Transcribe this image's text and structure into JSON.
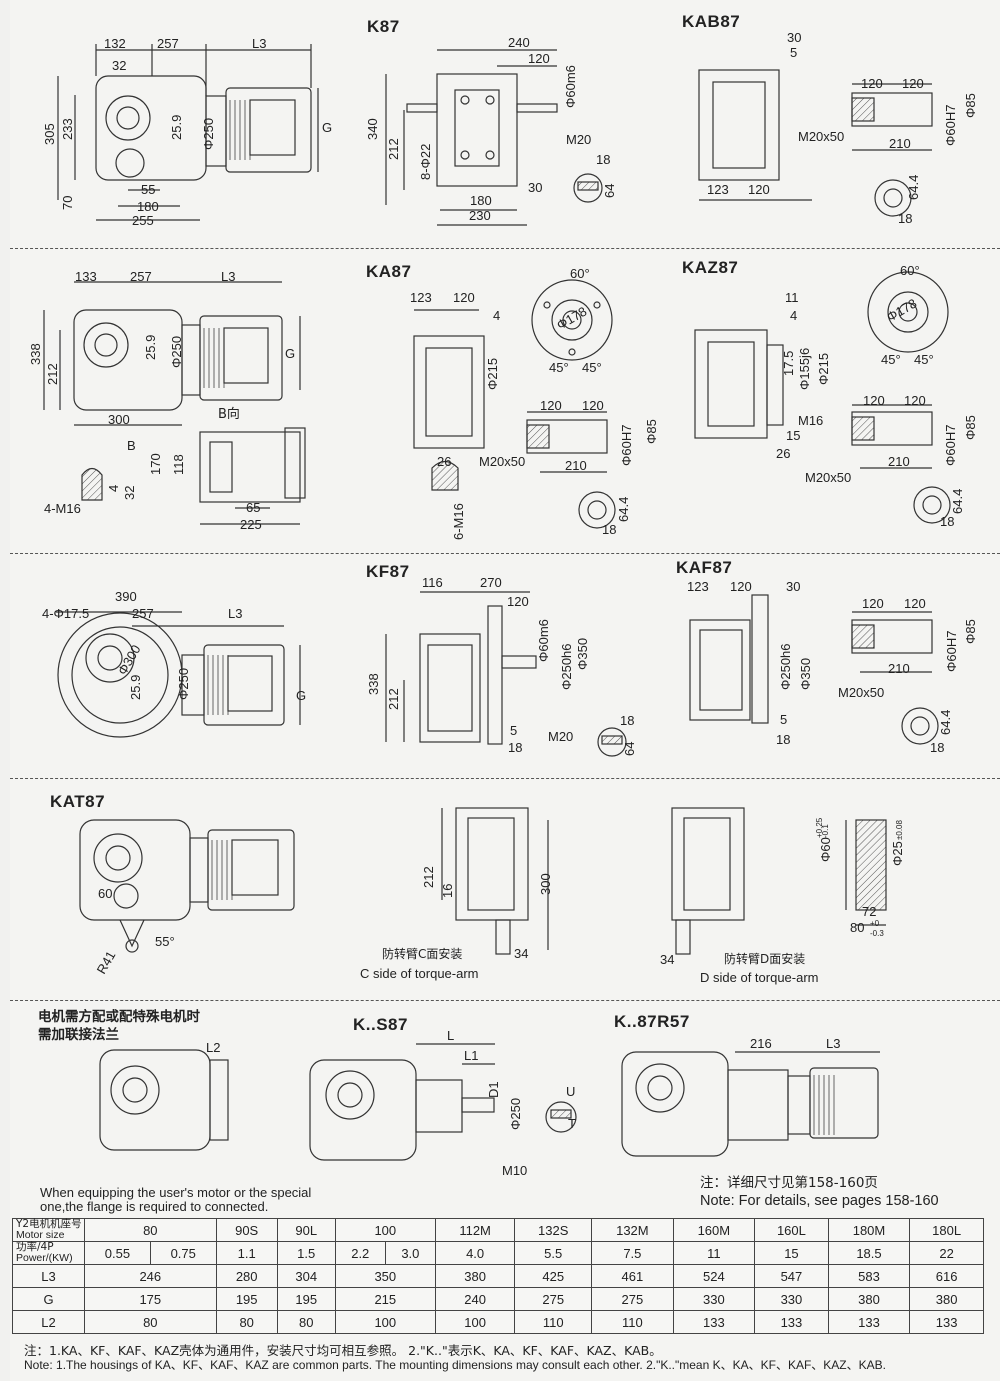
{
  "titles": {
    "k87": "K87",
    "kab87": "KAB87",
    "ka87": "KA87",
    "kaz87": "KAZ87",
    "kf87": "KF87",
    "kaf87": "KAF87",
    "kat87": "KAT87",
    "ks87": "K..S87",
    "k87r57": "K..87R57"
  },
  "dims": {
    "k87": [
      "132",
      "257",
      "L3",
      "32",
      "305",
      "233",
      "Φ250",
      "25.9",
      "G",
      "70",
      "55",
      "180",
      "255"
    ],
    "k87_front": [
      "240",
      "120",
      "Φ60m6",
      "340",
      "212",
      "8-Φ22",
      "M20",
      "180",
      "230",
      "30",
      "18",
      "64"
    ],
    "kab87": [
      "30",
      "5",
      "120",
      "120",
      "Φ85",
      "M20x50",
      "Φ60H7",
      "210",
      "123",
      "120",
      "64.4",
      "18"
    ],
    "ka87": [
      "133",
      "257",
      "L3",
      "338",
      "212",
      "Φ250",
      "25.9",
      "G",
      "300",
      "B向",
      "B",
      "170",
      "118",
      "65",
      "225",
      "4-M16",
      "4",
      "32"
    ],
    "ka87_side": [
      "123",
      "120",
      "4",
      "Φ215",
      "26",
      "6-M16",
      "60°",
      "Φ178",
      "45°",
      "45°",
      "120",
      "120",
      "Φ85",
      "M20x50",
      "Φ60H7",
      "210",
      "64.4",
      "18"
    ],
    "kaz87": [
      "11",
      "4",
      "17.5",
      "Φ155j6",
      "Φ215",
      "M16",
      "15",
      "26",
      "60°",
      "Φ178",
      "45°",
      "45°",
      "120",
      "120",
      "Φ85",
      "Φ60H7",
      "M20x50",
      "210",
      "64.4",
      "18"
    ],
    "kf87": [
      "4-Φ17.5",
      "390",
      "257",
      "L3",
      "Φ300",
      "25.9",
      "Φ250",
      "G"
    ],
    "kf87_front": [
      "116",
      "270",
      "120",
      "Φ60m6",
      "Φ250h6",
      "Φ350",
      "338",
      "212",
      "5",
      "18",
      "M20",
      "18",
      "64"
    ],
    "kaf87": [
      "123",
      "120",
      "30",
      "Φ250h6",
      "Φ350",
      "5",
      "18",
      "120",
      "120",
      "Φ85",
      "Φ60H7",
      "210",
      "M20x50",
      "64.4",
      "18"
    ],
    "kat87": [
      "60",
      "55°",
      "R41",
      "212",
      "16",
      "300",
      "34",
      "34",
      "Φ60",
      "Φ25",
      "72",
      "80"
    ],
    "kat87_tol": [
      "+0.25",
      "-0.1",
      "±0.08",
      "+0",
      "-0.3"
    ],
    "ks87": [
      "L2",
      "L",
      "L1",
      "D1",
      "Φ250",
      "M10",
      "U",
      "T"
    ],
    "k87r57": [
      "216",
      "L3"
    ]
  },
  "captions": {
    "c_side_cn": "防转臂C面安装",
    "c_side_en": "C side of torque-arm",
    "d_side_cn": "防转臂D面安装",
    "d_side_en": "D side of torque-arm",
    "flange_cn_1": "电机需方配或配特殊电机时",
    "flange_cn_2": "需加联接法兰",
    "flange_en_1": "When equipping the user's motor or the special",
    "flange_en_2": "one,the flange is required to connected.",
    "detail_cn": "注：详细尺寸见第158-160页",
    "detail_en": "Note: For details, see pages 158-160"
  },
  "table": {
    "motor_size_label_cn": "Y2电机机座号",
    "motor_size_label_en": "Motor size",
    "power_label_cn": "功率/4P",
    "power_label_en": "Power/(KW)",
    "motor_sizes": [
      "80",
      "90S",
      "90L",
      "100",
      "112M",
      "132S",
      "132M",
      "160M",
      "160L",
      "180M",
      "180L"
    ],
    "power": [
      "0.55",
      "0.75",
      "1.1",
      "1.5",
      "2.2",
      "3.0",
      "4.0",
      "5.5",
      "7.5",
      "11",
      "15",
      "18.5",
      "22"
    ],
    "rows": [
      {
        "label": "L3",
        "values": [
          "246",
          "280",
          "304",
          "350",
          "380",
          "425",
          "461",
          "524",
          "547",
          "583",
          "616"
        ]
      },
      {
        "label": "G",
        "values": [
          "175",
          "195",
          "195",
          "215",
          "240",
          "275",
          "275",
          "330",
          "330",
          "380",
          "380"
        ]
      },
      {
        "label": "L2",
        "values": [
          "80",
          "80",
          "80",
          "100",
          "100",
          "110",
          "110",
          "133",
          "133",
          "133",
          "133"
        ]
      }
    ]
  },
  "notes": {
    "cn": "注：1.KA、KF、KAF、KAZ壳体为通用件，安装尺寸均可相互参照。 2.\"K..\"表示K、KA、KF、KAF、KAZ、KAB。",
    "en": "Note: 1.The housings of KA、KF、KAF、KAZ are common parts. The mounting dimensions may consult each other.    2.\"K..\"mean K、KA、KF、KAF、KAZ、KAB."
  }
}
